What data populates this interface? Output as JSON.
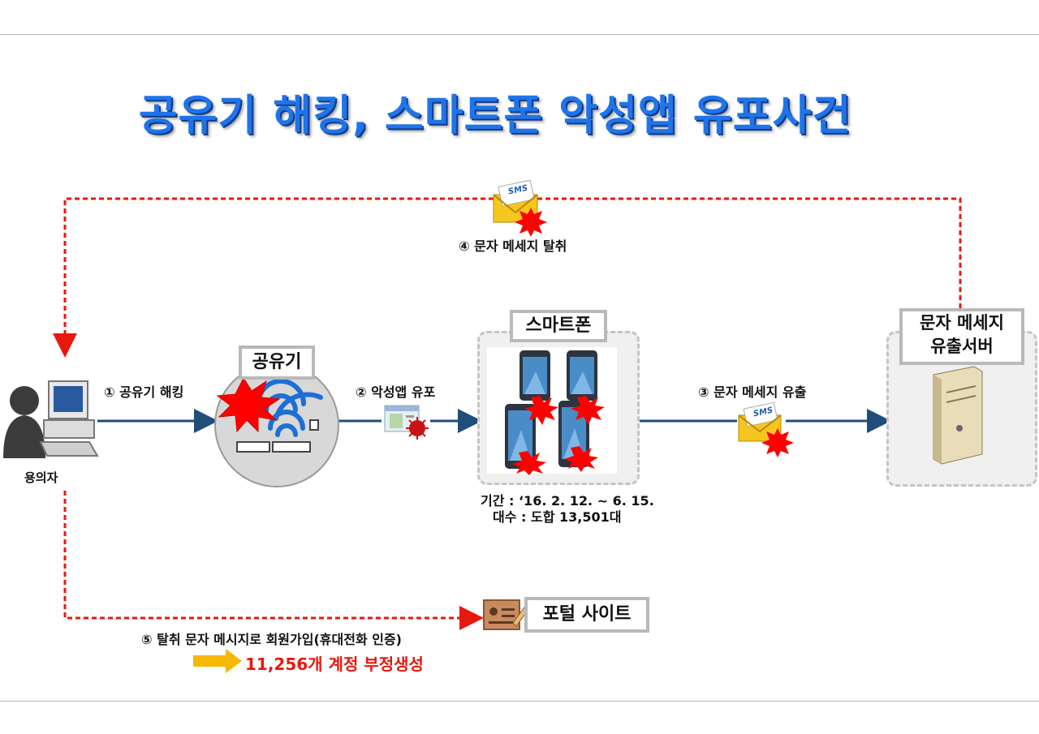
{
  "title": "공유기 해킹, 스마트폰 악성앱 유포사건",
  "nodes": {
    "suspect": "용의자",
    "router": "공유기",
    "smartphone": "스마트폰",
    "server_line1": "문자 메세지",
    "server_line2": "유출서버",
    "portal": "포털 사이트"
  },
  "steps": {
    "s1": "① 공유기 해킹",
    "s2": "② 악성앱 유포",
    "s3": "③ 문자 메세지 유출",
    "s4": "④ 문자 메세지 탈취",
    "s5": "⑤ 탈취 문자 메시지로 회원가입(휴대전화 인증)"
  },
  "period": "기간 : ‘16. 2. 12. ~ 6. 15.",
  "count": "대수 : 도합 13,501대",
  "result": "11,256개 계정 부정생성",
  "sms_label": "SMS",
  "colors": {
    "title": "#1f74ea",
    "flow_line": "#1f4e79",
    "dashed": "#e8180e",
    "result": "#e8180e",
    "arrow_yellow": "#f5b800"
  }
}
